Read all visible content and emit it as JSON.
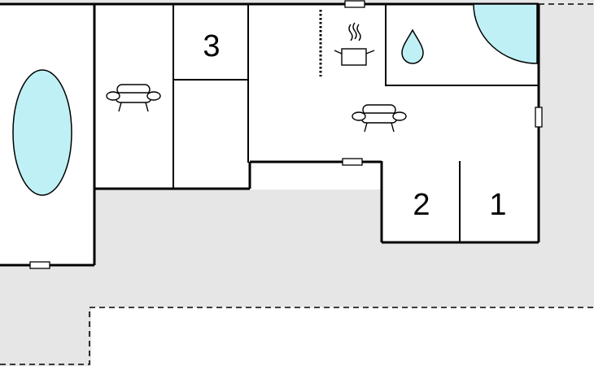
{
  "plan": {
    "rooms": [
      {
        "number": "3"
      },
      {
        "number": "2"
      },
      {
        "number": "1"
      }
    ],
    "icons": [
      {
        "name": "pool-icon"
      },
      {
        "name": "sofa-icon"
      },
      {
        "name": "sofa-icon"
      },
      {
        "name": "kitchen-pot-icon"
      },
      {
        "name": "water-drop-icon"
      },
      {
        "name": "hot-tub-icon"
      }
    ],
    "colors": {
      "outdoor": "#e6e6e6",
      "water": "#bff0f5",
      "walls": "#000000",
      "background": "#ffffff"
    }
  }
}
